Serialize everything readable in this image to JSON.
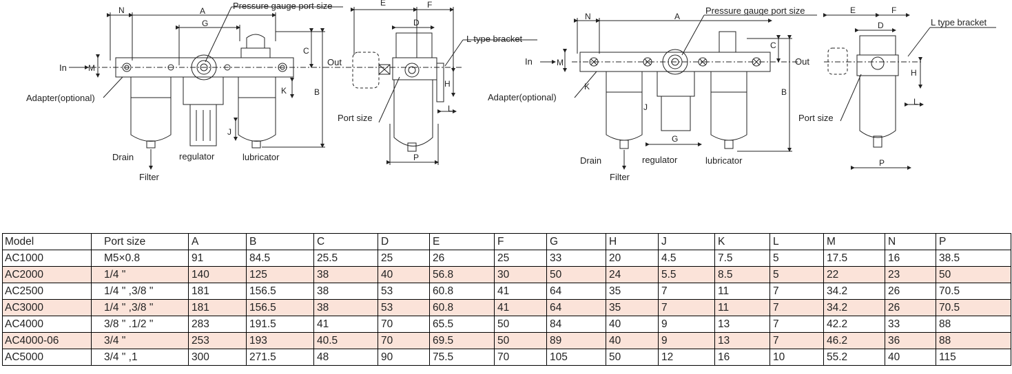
{
  "labels": {
    "pressure_gauge_port_size": "Pressure gauge port size",
    "l_type_bracket": "L type bracket",
    "in": "In",
    "out": "Out",
    "adapter": "Adapter(optional)",
    "port_size": "Port size",
    "drain": "Drain",
    "filter": "Filter",
    "regulator": "regulator",
    "lubricator": "lubricator",
    "dims": {
      "A": "A",
      "B": "B",
      "C": "C",
      "D": "D",
      "E": "E",
      "F": "F",
      "G": "G",
      "H": "H",
      "J": "J",
      "K": "K",
      "L": "L",
      "M": "M",
      "N": "N",
      "P": "P"
    }
  },
  "table": {
    "headers": [
      "Model",
      "Port size",
      "A",
      "B",
      "C",
      "D",
      "E",
      "F",
      "G",
      "H",
      "J",
      "K",
      "L",
      "M",
      "N",
      "P"
    ],
    "rows": [
      [
        "AC1000",
        "M5×0.8",
        "91",
        "84.5",
        "25.5",
        "25",
        "26",
        "25",
        "33",
        "20",
        "4.5",
        "7.5",
        "5",
        "17.5",
        "16",
        "38.5"
      ],
      [
        "AC2000",
        "1/4 \"",
        "140",
        "125",
        "38",
        "40",
        "56.8",
        "30",
        "50",
        "24",
        "5.5",
        "8.5",
        "5",
        "22",
        "23",
        "50"
      ],
      [
        "AC2500",
        "1/4 \" ,3/8 \"",
        "181",
        "156.5",
        "38",
        "53",
        "60.8",
        "41",
        "64",
        "35",
        "7",
        "11",
        "7",
        "34.2",
        "26",
        "70.5"
      ],
      [
        "AC3000",
        "1/4 \" ,3/8 \"",
        "181",
        "156.5",
        "38",
        "53",
        "60.8",
        "41",
        "64",
        "35",
        "7",
        "11",
        "7",
        "34.2",
        "26",
        "70.5"
      ],
      [
        "AC4000",
        "3/8 \" .1/2 \"",
        "283",
        "191.5",
        "41",
        "70",
        "65.5",
        "50",
        "84",
        "40",
        "9",
        "13",
        "7",
        "42.2",
        "33",
        "88"
      ],
      [
        "AC4000-06",
        "3/4 \"",
        "253",
        "193",
        "40.5",
        "70",
        "69.5",
        "50",
        "89",
        "40",
        "9",
        "13",
        "7",
        "46.2",
        "36",
        "88"
      ],
      [
        "AC5000",
        "3/4 \" ,1",
        "300",
        "271.5",
        "48",
        "90",
        "75.5",
        "70",
        "105",
        "50",
        "12",
        "16",
        "10",
        "55.2",
        "40",
        "115"
      ]
    ]
  }
}
